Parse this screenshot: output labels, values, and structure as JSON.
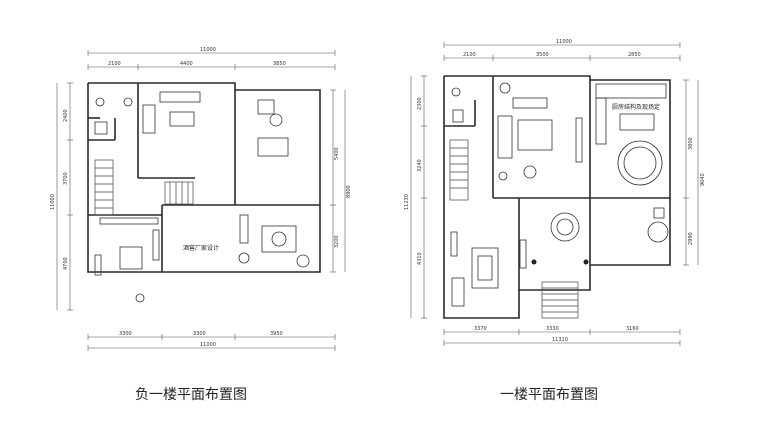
{
  "basement_plan": {
    "caption": "负一楼平面布置图",
    "top_total": "11000",
    "top_segments": [
      "2100",
      "4400",
      "3850"
    ],
    "bottom_segments": [
      "3300",
      "3300",
      "3950"
    ],
    "bottom_total": "11000",
    "left_segments": [
      "2400",
      "3700",
      "4700"
    ],
    "left_total": "11000",
    "right_segments": [
      "5400",
      "3200"
    ],
    "right_total": "8900",
    "room_label": "酒窖厂家设计"
  },
  "ground_plan": {
    "caption": "一楼平面布置图",
    "top_total": "11000",
    "top_segments": [
      "2100",
      "3500",
      "2850"
    ],
    "bottom_segments": [
      "3370",
      "3330",
      "3160"
    ],
    "bottom_total": "11310",
    "left_segments": [
      "2300",
      "3240",
      "4310"
    ],
    "left_total": "11230",
    "right_segments": [
      "3800",
      "2990"
    ],
    "right_total": "9040",
    "room_label": "厨房结构及现场定"
  }
}
